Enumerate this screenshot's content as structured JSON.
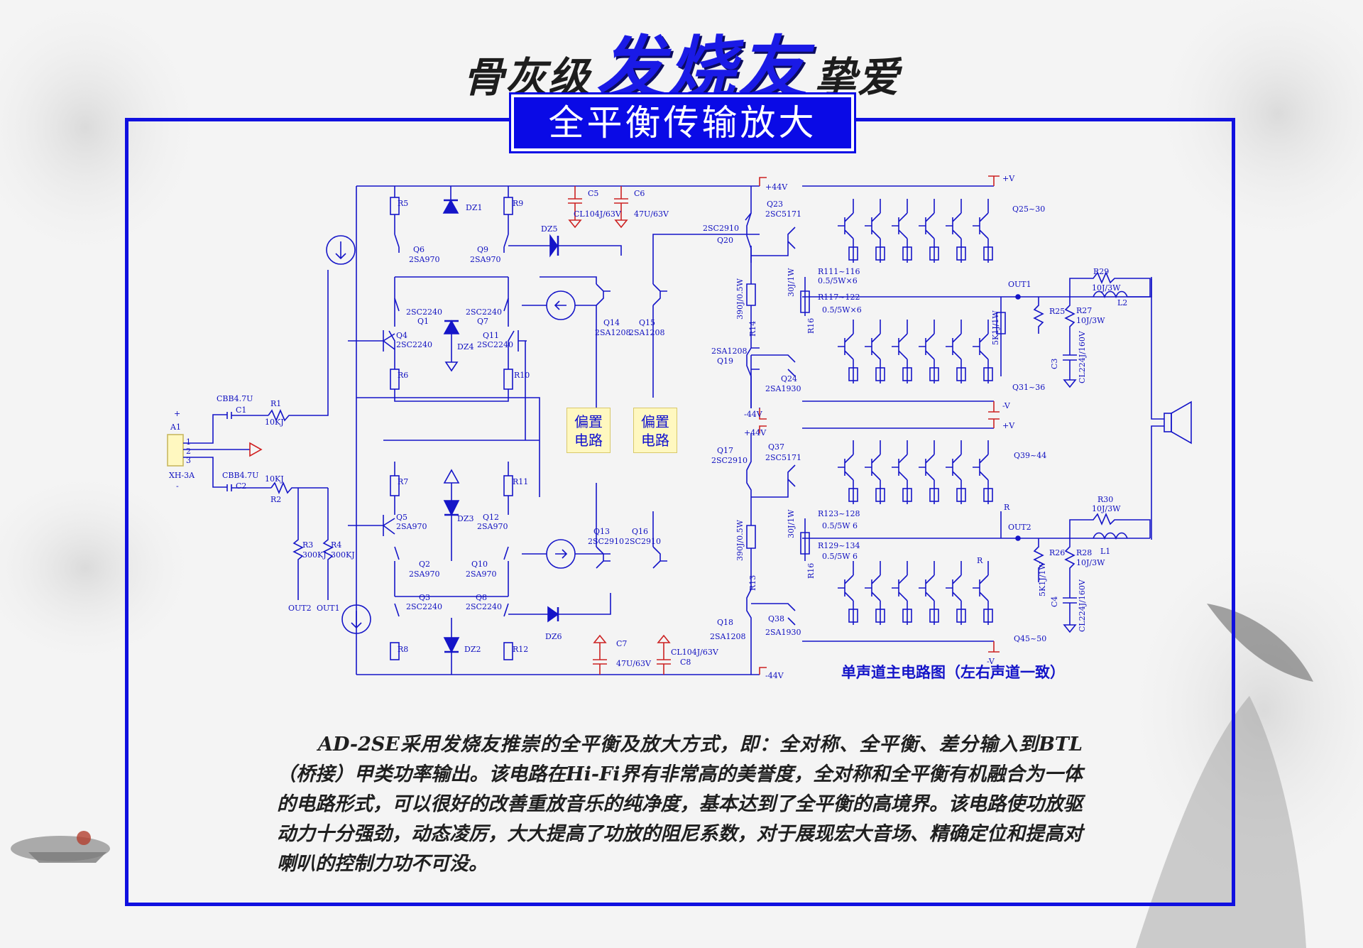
{
  "header": {
    "title_left": "骨灰级",
    "title_center": "发烧友",
    "title_right": "挚爱",
    "banner": "全平衡传输放大"
  },
  "diagram": {
    "caption": "单声道主电路图（左右声道一致）",
    "bias_labels": [
      "偏置\n电路",
      "偏置\n电路"
    ],
    "bias_line1": "偏置",
    "bias_line2": "电路",
    "input": {
      "plus": "+",
      "minus": "-",
      "name": "A1",
      "pins": [
        "1",
        "2",
        "3"
      ],
      "connector": "XH-3A"
    },
    "labels": {
      "C1": "CBB4.7U",
      "C1n": "C1",
      "C2": "CBB4.7U",
      "C2n": "C2",
      "R1": "R1",
      "R1v": "10KJ",
      "R2": "R2",
      "R2v": "10KJ",
      "R3": "R3",
      "R3v": "300KJ",
      "R4": "R4",
      "R4v": "300KJ",
      "OUT2": "OUT2",
      "OUT1": "OUT1",
      "R5": "R5",
      "R6": "R6",
      "R7": "R7",
      "R8": "R8",
      "R9": "R9",
      "R10": "R10",
      "R11": "R11",
      "R12": "R12",
      "DZ1": "DZ1",
      "DZ2": "DZ2",
      "DZ3": "DZ3",
      "DZ4": "DZ4",
      "DZ5": "DZ5",
      "DZ6": "DZ6",
      "Q6": "Q6",
      "Q6t": "2SA970",
      "Q9": "Q9",
      "Q9t": "2SA970",
      "Q1": "Q1",
      "Q1t": "2SC2240",
      "Q7": "Q7",
      "Q7t": "2SC2240",
      "Q4": "Q4",
      "Q4t": "2SC2240",
      "Q11": "Q11",
      "Q11t": "2SC2240",
      "Q5": "Q5",
      "Q5t": "2SA970",
      "Q12": "Q12",
      "Q12t": "2SA970",
      "Q2": "Q2",
      "Q2t": "2SA970",
      "Q10": "Q10",
      "Q10t": "2SA970",
      "Q3": "Q3",
      "Q3t": "2SC2240",
      "Q8": "Q8",
      "Q8t": "2SC2240",
      "C5": "C5",
      "C5v": "CL104J/63V",
      "C6": "C6",
      "C6v": "47U/63V",
      "C7": "C7",
      "C7v": "47U/63V",
      "C8": "C8",
      "C8v": "CL104J/63V",
      "Q14": "Q14",
      "Q14t": "2SA1208",
      "Q15": "Q15",
      "Q15t": "2SA1208",
      "Q13": "Q13",
      "Q13t": "2SC2910",
      "Q16": "Q16",
      "Q16t": "2SC2910",
      "Q20": "Q20",
      "Q20t": "2SC2910",
      "Q19": "Q19",
      "Q19t": "2SA1208",
      "Q17": "Q17",
      "Q17t": "2SC2910",
      "Q18": "Q18",
      "Q18t": "2SA1208",
      "R14": "R14",
      "R14v": "390J/0.5W",
      "R13": "R13",
      "R13v": "390J/0.5W",
      "V44p1": "+44V",
      "V44n1": "-44V",
      "V44p2": "+44V",
      "V44n2": "-44V",
      "Q23": "Q23",
      "Q23t": "2SC5171",
      "Q24": "Q24",
      "Q24t": "2SA1930",
      "Q37": "Q37",
      "Q37t": "2SC5171",
      "Q38": "Q38",
      "Q38t": "2SA1930",
      "R16a": "R16",
      "R16av": "30J/1W",
      "R16b": "R16",
      "R16bv": "30J/1W",
      "R111": "R111~116",
      "R111v": "0.5/5W×6",
      "R117": "R117~122",
      "R117v": "0.5/5W×6",
      "R123": "R123~128",
      "R123v": "0.5/5W 6",
      "R129": "R129~134",
      "R129v": "0.5/5W 6",
      "Q25": "Q25~30",
      "Q31": "Q31~36",
      "Q39": "Q39~44",
      "Q45": "Q45~50",
      "Vp1": "+V",
      "Vn1": "-V",
      "Vp2": "+V",
      "Vn2": "-V",
      "OUT1b": "OUT1",
      "OUT2b": "OUT2",
      "R5K1": "5K1J/1W",
      "R5K2": "5K1J/1W",
      "R25": "R25",
      "R26": "R26",
      "R27": "R27",
      "R27v": "10J/3W",
      "R28": "R28",
      "R28v": "10J/3W",
      "R29": "R29",
      "R29v": "10J/3W",
      "R30": "R30",
      "R30v": "10J/3W",
      "L1": "L1",
      "L2": "L2",
      "C3": "C3",
      "C3v": "CL224J/160V",
      "C4": "C4",
      "C4v": "CL224J/160V",
      "Rb1": "R",
      "Rb2": "R"
    }
  },
  "description": "AD-2SE采用发烧友推崇的全平衡及放大方式，即：全对称、全平衡、差分输入到BTL（桥接）甲类功率输出。该电路在Hi-Fi界有非常高的美誉度，全对称和全平衡有机融合为一体的电路形式，可以很好的改善重放音乐的纯净度，基本达到了全平衡的高境界。该电路使功放驱动力十分强劲，动态凌厉，大大提高了功放的阻尼系数，对于展现宏大音场、精确定位和提高对喇叭的控制力功不可没。",
  "colors": {
    "accent": "#1010e0",
    "schematic": "#1010c0",
    "warning": "#cc2222"
  }
}
